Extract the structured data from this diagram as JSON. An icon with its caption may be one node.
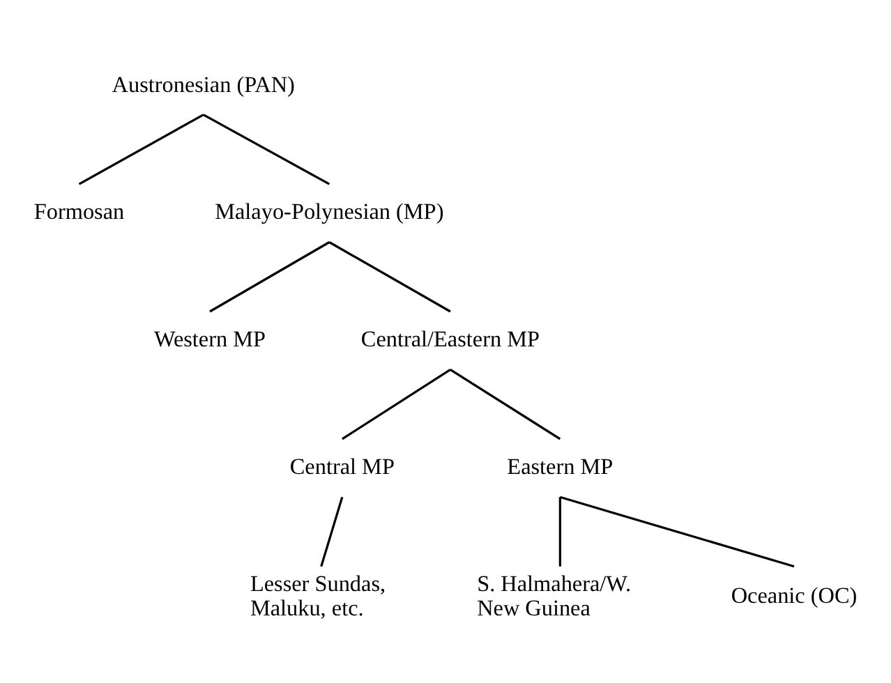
{
  "diagram": {
    "nodes": [
      {
        "text": [
          "Austronesian (PAN)"
        ]
      },
      {
        "text": [
          "Formosan"
        ]
      },
      {
        "text": [
          "Malayo-Polynesian (MP)"
        ]
      },
      {
        "text": [
          "Western MP"
        ]
      },
      {
        "text": [
          "Central/Eastern MP"
        ]
      },
      {
        "text": [
          "Central MP"
        ]
      },
      {
        "text": [
          "Eastern MP"
        ]
      },
      {
        "text": [
          "Lesser Sundas, Maluku, etc."
        ]
      },
      {
        "text": [
          "S. Halmahera/W. New Guinea"
        ]
      },
      {
        "text": [
          "Oceanic (OC)"
        ]
      }
    ],
    "edges": [
      {
        "from": 0,
        "to": 1,
        "arrow": "none"
      },
      {
        "from": 0,
        "to": 2,
        "arrow": "none"
      },
      {
        "from": 2,
        "to": 3,
        "arrow": "none"
      },
      {
        "from": 2,
        "to": 4,
        "arrow": "none"
      },
      {
        "from": 4,
        "to": 5,
        "arrow": "none"
      },
      {
        "from": 4,
        "to": 6,
        "arrow": "none"
      },
      {
        "from": 5,
        "to": 7,
        "arrow": "none"
      },
      {
        "from": 6,
        "to": 8,
        "arrow": "none"
      },
      {
        "from": 6,
        "to": 9,
        "arrow": "none"
      }
    ]
  }
}
